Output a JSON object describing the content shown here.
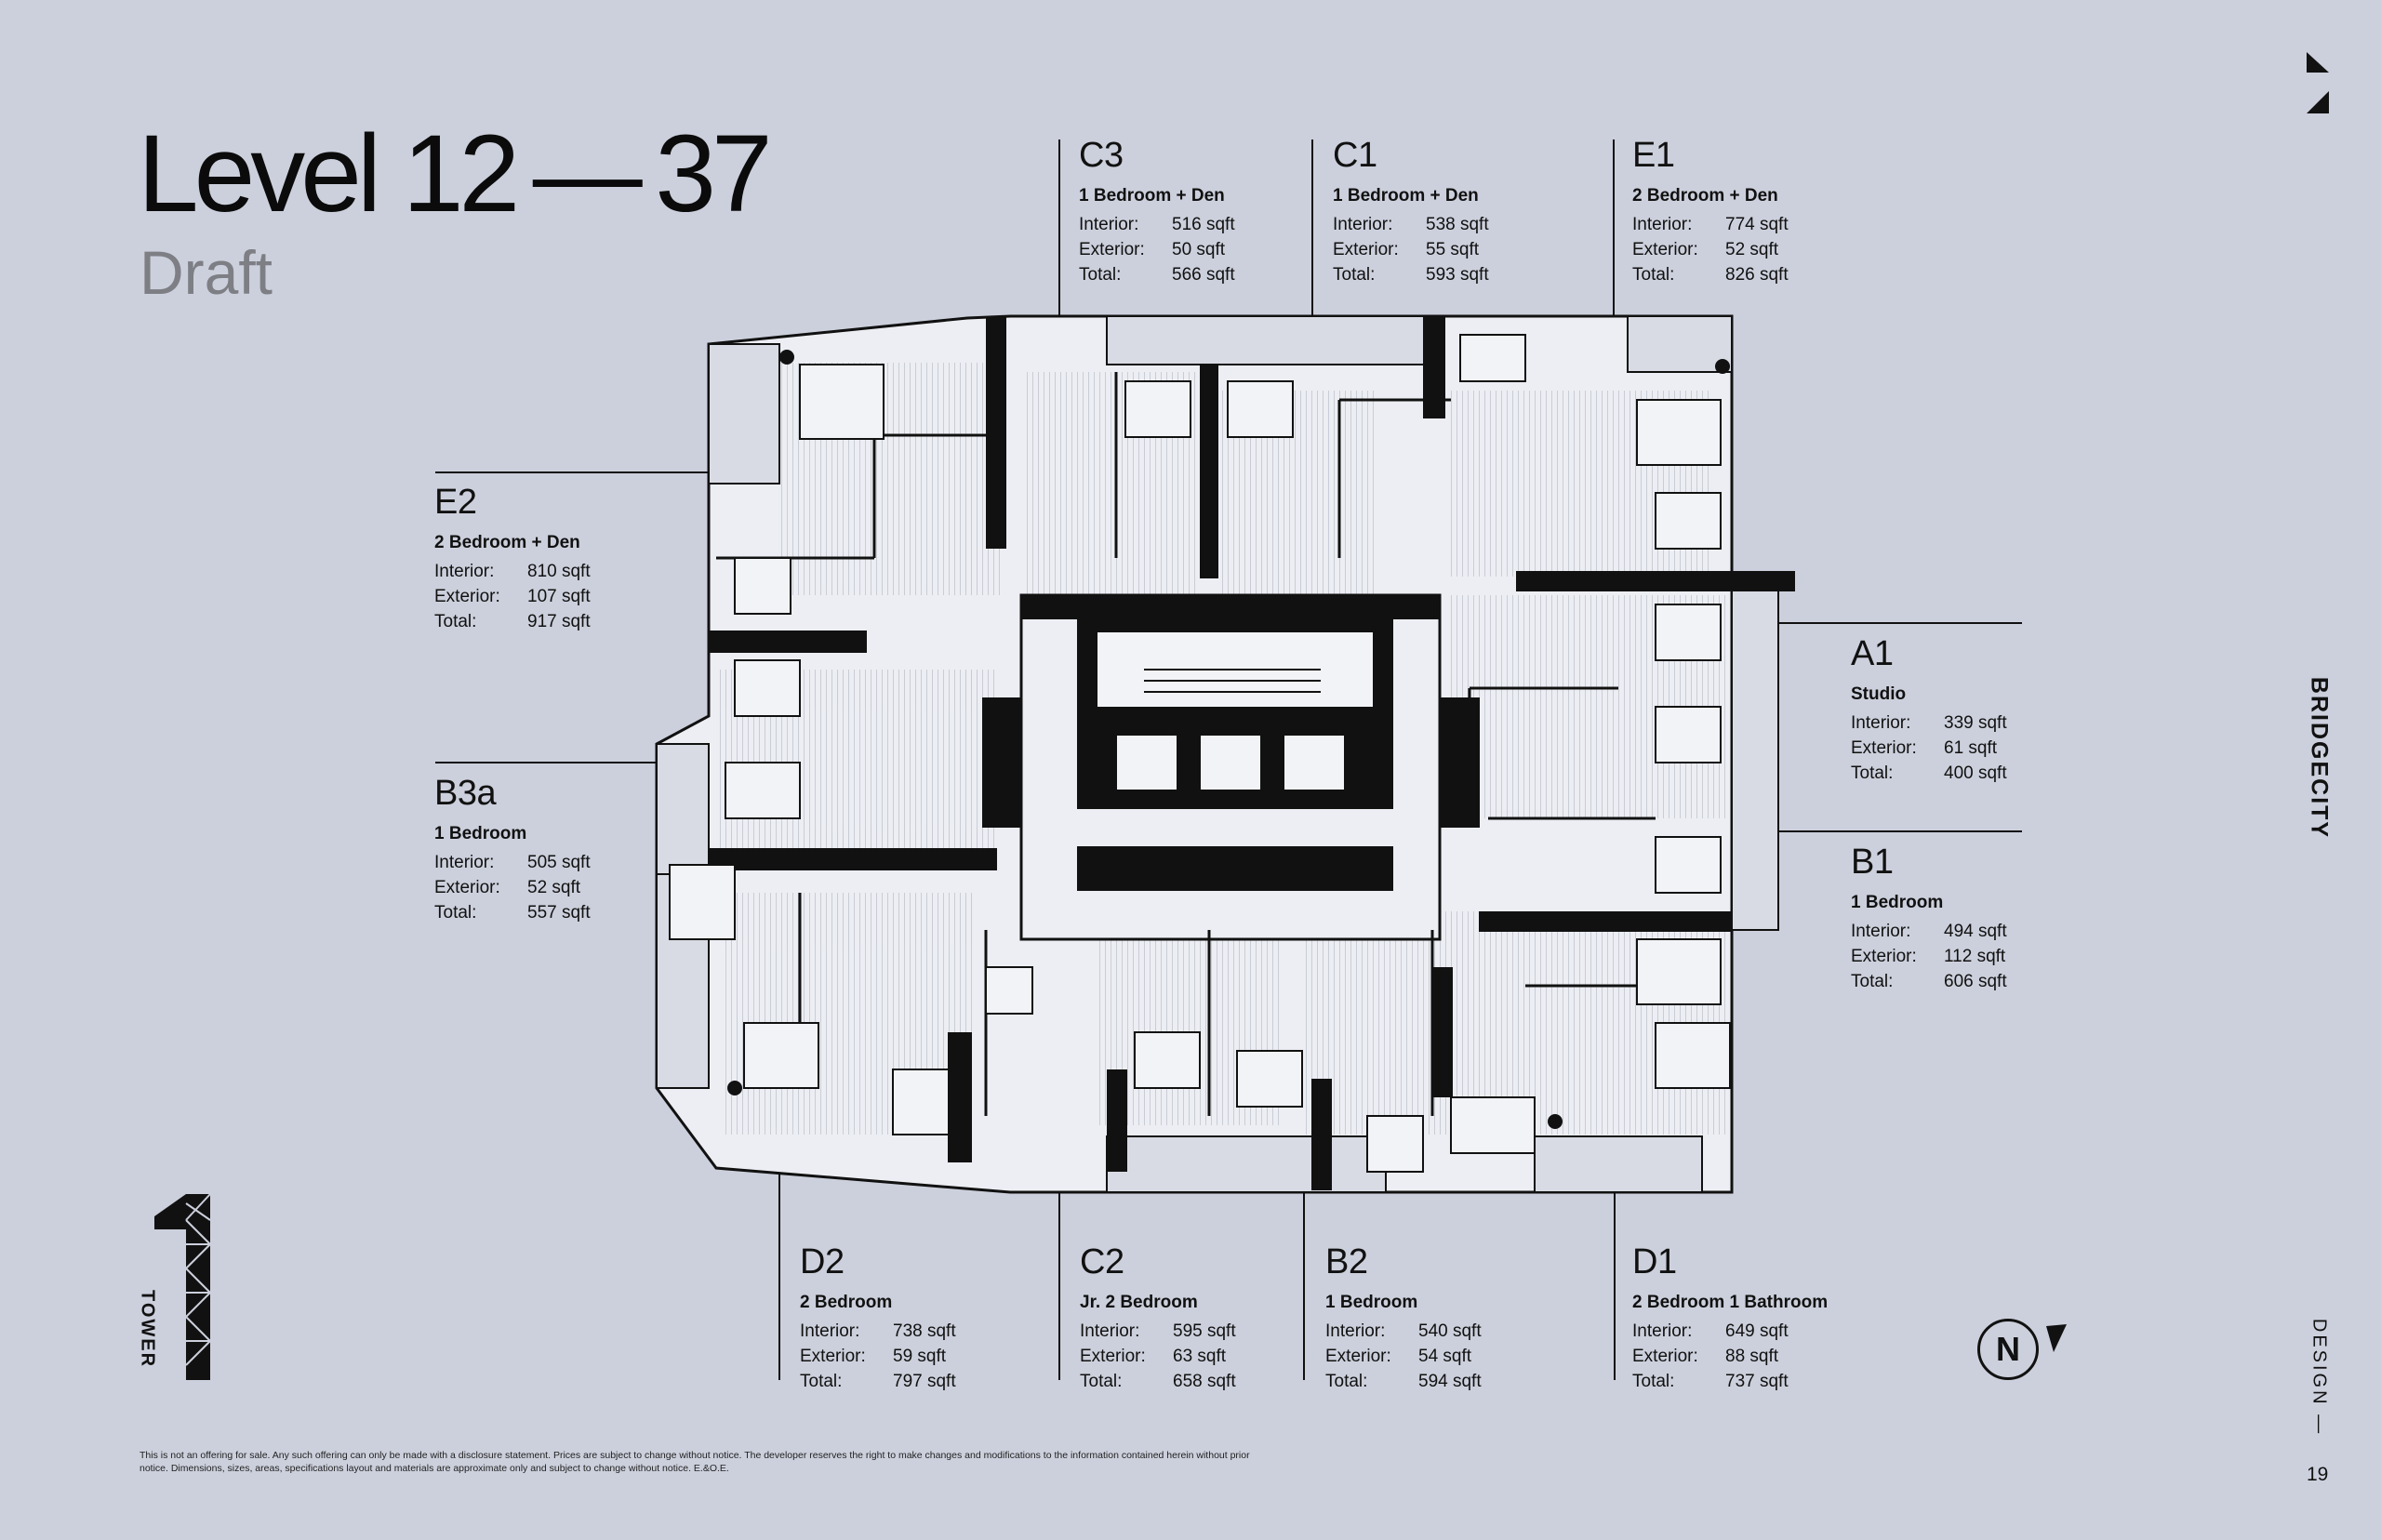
{
  "header": {
    "title": "Level 12 — 37",
    "subtitle": "Draft"
  },
  "units": [
    {
      "code": "C3",
      "type": "1 Bedroom + Den",
      "interior_label": "Interior:",
      "interior": "516 sqft",
      "exterior_label": "Exterior:",
      "exterior": "50 sqft",
      "total_label": "Total:",
      "total": "566 sqft"
    },
    {
      "code": "C1",
      "type": "1 Bedroom + Den",
      "interior_label": "Interior:",
      "interior": "538 sqft",
      "exterior_label": "Exterior:",
      "exterior": "55 sqft",
      "total_label": "Total:",
      "total": "593 sqft"
    },
    {
      "code": "E1",
      "type": "2 Bedroom + Den",
      "interior_label": "Interior:",
      "interior": "774 sqft",
      "exterior_label": "Exterior:",
      "exterior": "52 sqft",
      "total_label": "Total:",
      "total": "826 sqft"
    },
    {
      "code": "E2",
      "type": "2 Bedroom + Den",
      "interior_label": "Interior:",
      "interior": "810 sqft",
      "exterior_label": "Exterior:",
      "exterior": "107 sqft",
      "total_label": "Total:",
      "total": "917 sqft"
    },
    {
      "code": "A1",
      "type": "Studio",
      "interior_label": "Interior:",
      "interior": "339 sqft",
      "exterior_label": "Exterior:",
      "exterior": "61 sqft",
      "total_label": "Total:",
      "total": "400 sqft"
    },
    {
      "code": "B3a",
      "type": "1 Bedroom",
      "interior_label": "Interior:",
      "interior": "505 sqft",
      "exterior_label": "Exterior:",
      "exterior": "52 sqft",
      "total_label": "Total:",
      "total": "557 sqft"
    },
    {
      "code": "B1",
      "type": "1 Bedroom",
      "interior_label": "Interior:",
      "interior": "494 sqft",
      "exterior_label": "Exterior:",
      "exterior": "112 sqft",
      "total_label": "Total:",
      "total": "606 sqft"
    },
    {
      "code": "D2",
      "type": "2 Bedroom",
      "interior_label": "Interior:",
      "interior": "738 sqft",
      "exterior_label": "Exterior:",
      "exterior": "59 sqft",
      "total_label": "Total:",
      "total": "797 sqft"
    },
    {
      "code": "C2",
      "type": "Jr. 2 Bedroom",
      "interior_label": "Interior:",
      "interior": "595 sqft",
      "exterior_label": "Exterior:",
      "exterior": "63 sqft",
      "total_label": "Total:",
      "total": "658 sqft"
    },
    {
      "code": "B2",
      "type": "1 Bedroom",
      "interior_label": "Interior:",
      "interior": "540 sqft",
      "exterior_label": "Exterior:",
      "exterior": "54 sqft",
      "total_label": "Total:",
      "total": "594 sqft"
    },
    {
      "code": "D1",
      "type": "2 Bedroom 1 Bathroom",
      "interior_label": "Interior:",
      "interior": "649 sqft",
      "exterior_label": "Exterior:",
      "exterior": "88 sqft",
      "total_label": "Total:",
      "total": "737 sqft"
    }
  ],
  "brand": "BRIDGECITY",
  "tower_label": "TOWER",
  "tower_number": "1",
  "section_label": "DESIGN —",
  "page_number": "19",
  "north_label": "N",
  "disclaimer": "This is not an offering for sale. Any such offering can only be made with a disclosure statement. Prices are subject to change without notice. The developer reserves the right to make changes and modifications to the information contained herein without prior notice. Dimensions, sizes, areas, specifications layout and materials are approximate only and subject to change without notice.  E.&O.E.",
  "colors": {
    "background": "#ccd0dc",
    "ink": "#111111",
    "muted": "#7d7f85",
    "plan_fill": "#eceef3"
  },
  "icons": {
    "north": "north-arrow-icon",
    "tower": "tower-one-icon",
    "corner": "corner-triangles-icon"
  }
}
